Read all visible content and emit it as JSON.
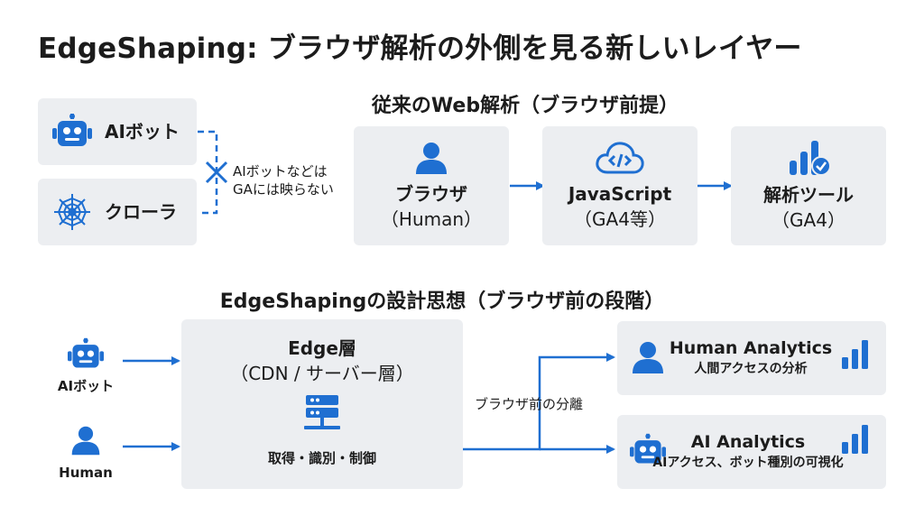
{
  "title": "EdgeShaping: ブラウザ解析の外側を見る新しいレイヤー",
  "top_section": {
    "heading": "従来のWeb解析（ブラウザ前提）",
    "sources": [
      {
        "label": "AIボット",
        "icon": "robot-icon"
      },
      {
        "label": "クローラ",
        "icon": "spider-web-icon"
      }
    ],
    "blocked_note": [
      "AIボットなどは",
      "GAには映らない"
    ],
    "flow": [
      {
        "line1": "ブラウザ",
        "line2": "（Human）",
        "icon": "person-icon"
      },
      {
        "line1": "JavaScript",
        "line2": "（GA4等）",
        "icon": "cloud-code-icon"
      },
      {
        "line1": "解析ツール",
        "line2": "（GA4）",
        "icon": "analytics-check-icon"
      }
    ]
  },
  "bottom_section": {
    "heading": "EdgeShapingの設計思想（ブラウザ前の段階）",
    "inputs": [
      {
        "label": "AIボット",
        "icon": "robot-icon"
      },
      {
        "label": "Human",
        "icon": "person-icon"
      }
    ],
    "edge": {
      "title": "Edge層",
      "subtitle": "（CDN / サーバー層）",
      "caption": "取得・識別・制御",
      "icon": "server-icon"
    },
    "split_label": "ブラウザ前の分離",
    "outputs": [
      {
        "title": "Human Analytics",
        "subtitle": "人間アクセスの分析",
        "icon": "person-icon"
      },
      {
        "title": "AI Analytics",
        "subtitle": "AIアクセス、ボット種別の可視化",
        "icon": "robot-icon"
      }
    ]
  },
  "colors": {
    "accent": "#1f6fd1",
    "box": "#eceef1",
    "text": "#1c1c1c"
  }
}
